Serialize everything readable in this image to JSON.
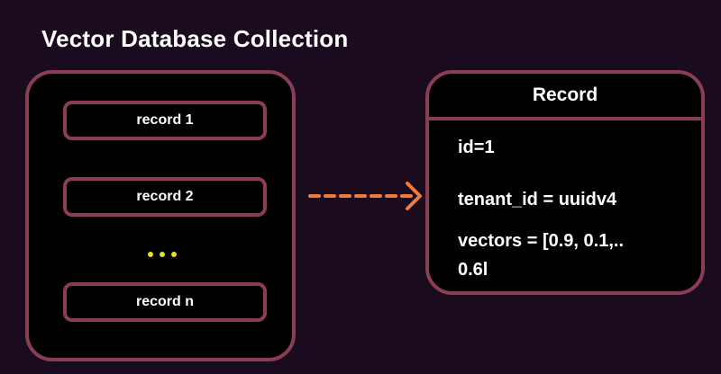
{
  "title": "Vector Database Collection",
  "collection": {
    "items": [
      "record 1",
      "record 2",
      "record n"
    ],
    "ellipsis_color": "#e8e020"
  },
  "record": {
    "header": "Record",
    "fields": {
      "id": "id=1",
      "tenant_id": "tenant_id = uuidv4",
      "vectors_line1": "vectors = [0.9, 0.1,..",
      "vectors_line2": "0.6l"
    }
  },
  "colors": {
    "background": "#1a0b1f",
    "border": "#8a3d55",
    "arrow": "#f07a3a",
    "text": "#ffffff"
  }
}
